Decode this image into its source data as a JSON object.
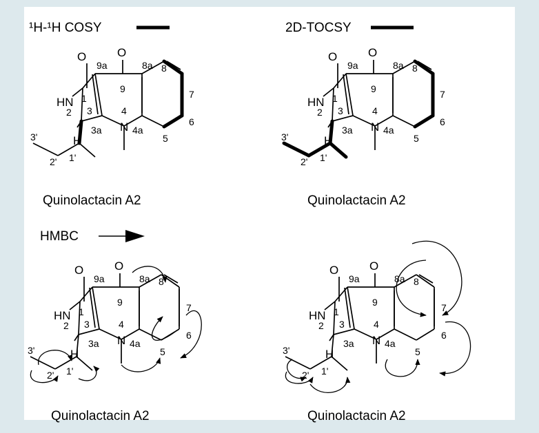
{
  "legend": {
    "cosy": "¹H-¹H COSY",
    "tocsy": "2D-TOCSY",
    "hmbc": "HMBC"
  },
  "molecule": {
    "name": "Quinolactacin A2",
    "atoms": {
      "O": "O",
      "HN": "HN",
      "N": "N",
      "H": "H"
    },
    "numbers": [
      "1",
      "2",
      "3",
      "3a",
      "4",
      "4a",
      "5",
      "6",
      "7",
      "8",
      "8a",
      "9",
      "9a",
      "1'",
      "2'",
      "3'"
    ]
  }
}
